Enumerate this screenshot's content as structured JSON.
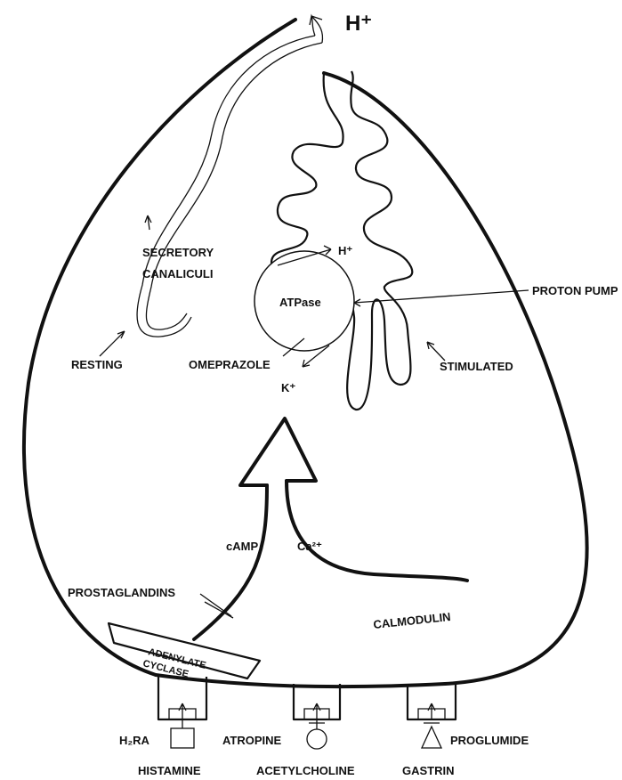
{
  "labels": {
    "h_plus_top": "H⁺",
    "secretory": "SECRETORY",
    "canaliculi": "CANALICULI",
    "h_plus_pump": "H⁺",
    "atpase": "ATPase",
    "proton_pump": "PROTON PUMP",
    "resting": "RESTING",
    "omeprazole": "OMEPRAZOLE",
    "k_plus": "K⁺",
    "stimulated": "STIMULATED",
    "camp": "cAMP",
    "ca2": "Ca²⁺",
    "prostaglandins": "PROSTAGLANDINS",
    "calmodulin": "CALMODULIN",
    "adenylate": "ADENYLATE",
    "cyclase": "CYCLASE",
    "h2ra": "H₂RA",
    "atropine": "ATROPINE",
    "proglumide": "PROGLUMIDE",
    "histamine": "HISTAMINE",
    "acetylcholine": "ACETYLCHOLINE",
    "gastrin": "GASTRIN"
  }
}
